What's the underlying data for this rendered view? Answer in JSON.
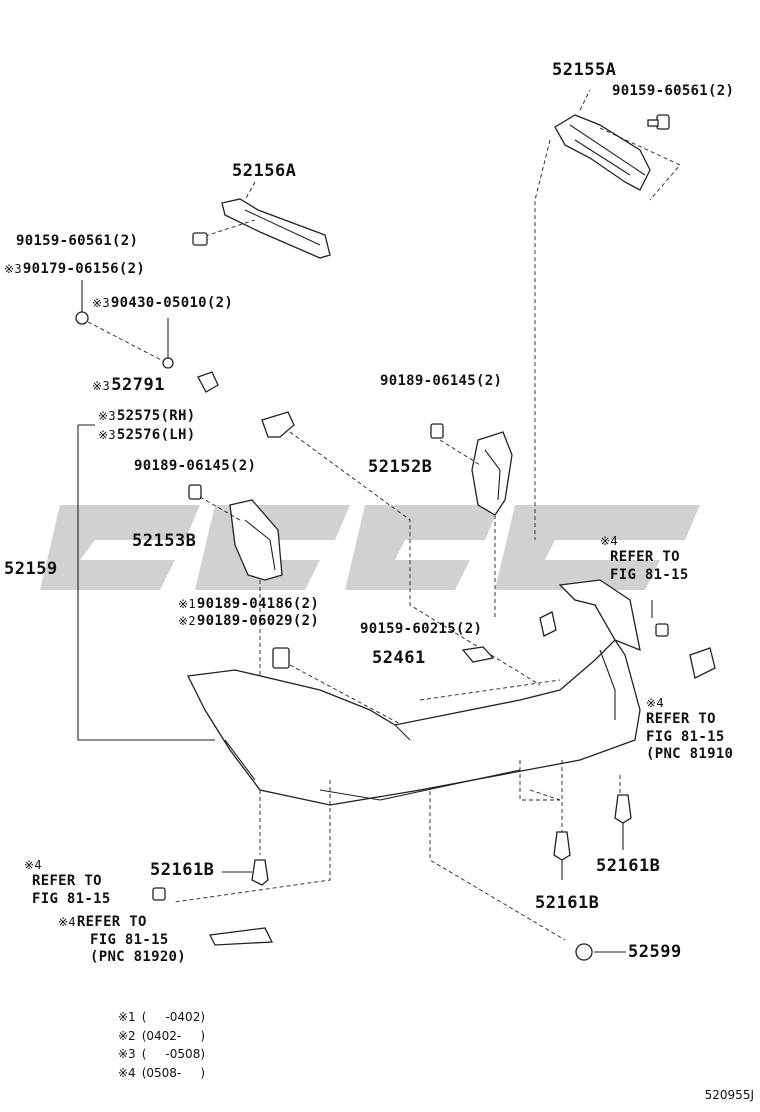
{
  "labels": {
    "p52155A": "52155A",
    "p52156A": "52156A",
    "b_90159_60561_top": "90159-60561(2)",
    "b_90159_60561_left": "90159-60561(2)",
    "b_90179_06156": "90179-06156(2)",
    "b_90430_05010": "90430-05010(2)",
    "p52791": "52791",
    "p52575": "52575(RH)",
    "p52576": "52576(LH)",
    "b_90189_06145_right": "90189-06145(2)",
    "b_90189_06145_left": "90189-06145(2)",
    "p52152B": "52152B",
    "p52153B": "52153B",
    "p52159": "52159",
    "b_90189_04186": "90189-04186(2)",
    "b_90189_06029": "90189-06029(2)",
    "b_90159_60215": "90159-60215(2)",
    "p52461": "52461",
    "p52161B_left": "52161B",
    "p52161B_center": "52161B",
    "p52161B_right": "52161B",
    "p52599": "52599"
  },
  "marks": {
    "m3": "※3",
    "m1": "※1",
    "m2": "※2",
    "m4": "※4"
  },
  "refs": {
    "right_upper": [
      "REFER TO",
      "FIG 81-15"
    ],
    "right_lower": [
      "REFER TO",
      "FIG 81-15",
      "(PNC 81910"
    ],
    "left_upper": [
      "REFER TO",
      "FIG 81-15"
    ],
    "left_lower": [
      "REFER TO",
      "FIG 81-15",
      "(PNC 81920)"
    ]
  },
  "legend": [
    {
      "mark": "※1",
      "text": "(     -0402)"
    },
    {
      "mark": "※2",
      "text": "(0402-     )"
    },
    {
      "mark": "※3",
      "text": "(     -0508)"
    },
    {
      "mark": "※4",
      "text": "(0508-     )"
    }
  ],
  "diagram_id": "520955J"
}
